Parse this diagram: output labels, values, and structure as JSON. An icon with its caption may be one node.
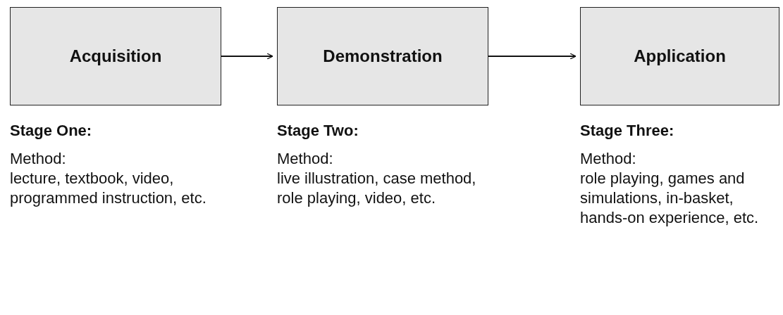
{
  "diagram": {
    "nodes": [
      {
        "text": [
          "Acquisition"
        ],
        "beside": [
          "Stage One:",
          "Method:",
          "lecture, textbook, video, programmed instruction, etc."
        ]
      },
      {
        "text": [
          "Demonstration"
        ],
        "beside": [
          "Stage Two:",
          "Method:",
          "live illustration, case method, role playing, video, etc."
        ]
      },
      {
        "text": [
          "Application"
        ],
        "beside": [
          "Stage Three:",
          "Method:",
          "role playing, games and simulations, in-basket, hands-on experience, etc."
        ]
      }
    ],
    "edges": [
      {
        "from": 0,
        "to": 1,
        "arrow": "to"
      },
      {
        "from": 1,
        "to": 2,
        "arrow": "to"
      }
    ]
  }
}
